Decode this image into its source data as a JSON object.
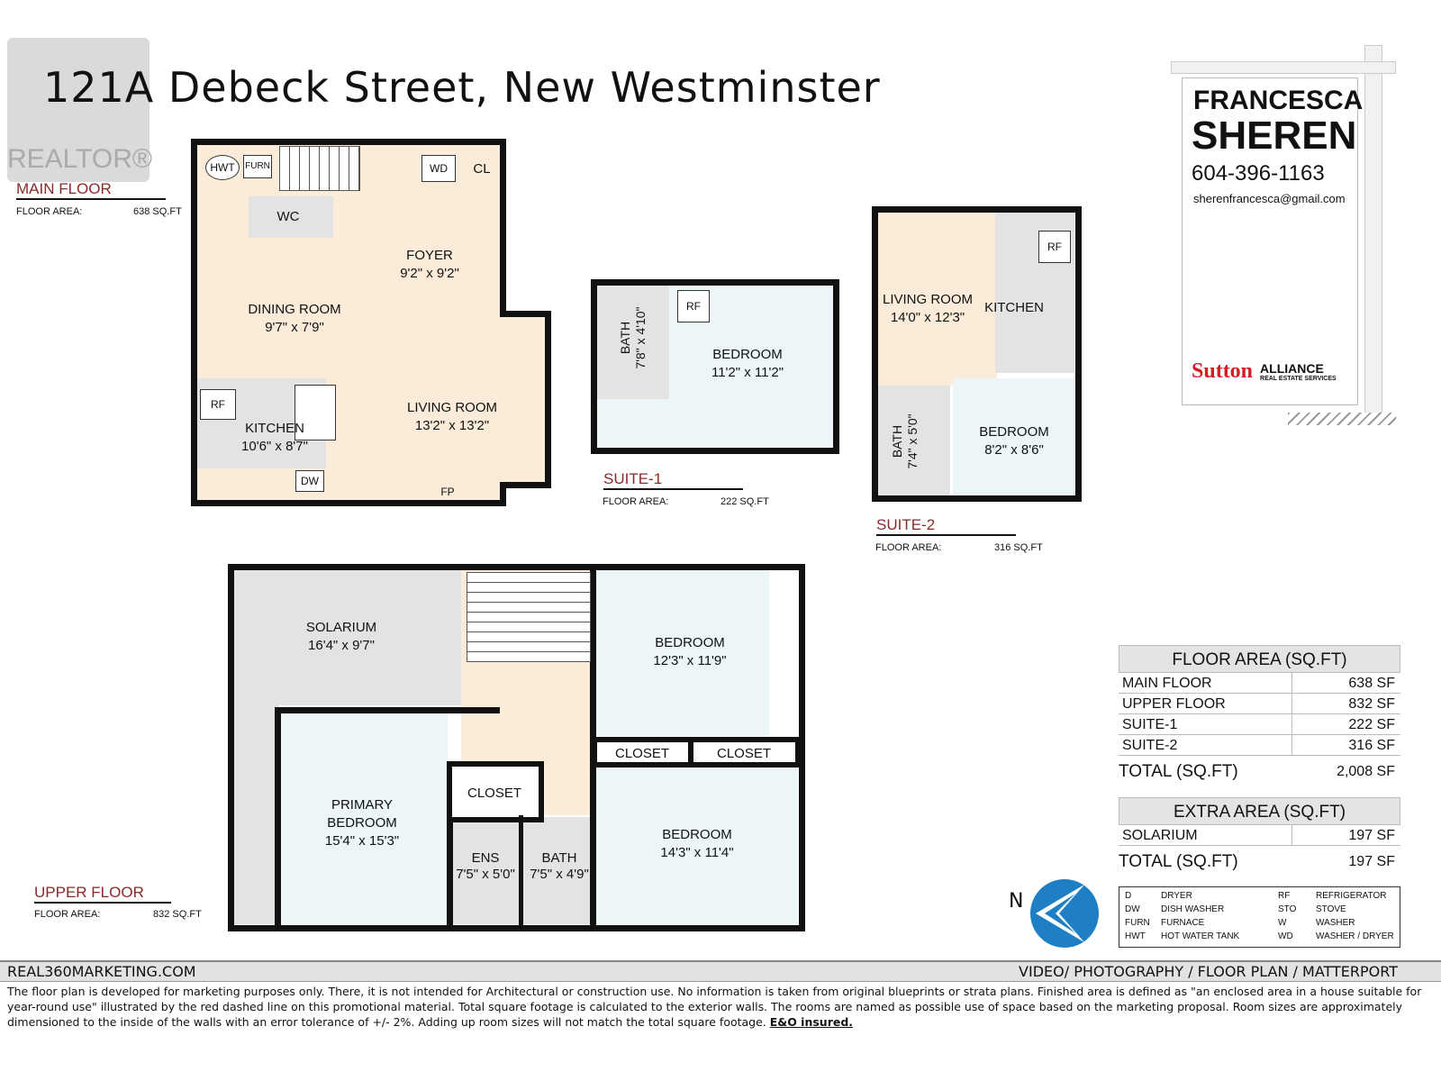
{
  "title": "121A Debeck Street, New Westminster",
  "watermark": "REALTOR®",
  "agent": {
    "first": "FRANCESCA",
    "last": "SHEREN",
    "phone": "604-396-1163",
    "email": "sherenfrancesca@gmail.com",
    "brokerage_logo": "Sutton",
    "brokerage": "ALLIANCE",
    "brokerage_sub": "REAL ESTATE SERVICES"
  },
  "main_floor": {
    "title": "MAIN FLOOR",
    "area_label": "FLOOR AREA:",
    "area": "638 SQ.FT",
    "rooms": {
      "foyer": "FOYER",
      "foyer_dim": "9'2\" x 9'2\"",
      "dining": "DINING ROOM",
      "dining_dim": "9'7\" x 7'9\"",
      "living": "LIVING ROOM",
      "living_dim": "13'2\" x 13'2\"",
      "kitchen": "KITCHEN",
      "kitchen_dim": "10'6\" x 8'7\"",
      "wc": "WC",
      "hwt": "HWT",
      "furn": "FURN",
      "wd": "WD",
      "cl": "CL",
      "rf": "RF",
      "dw": "DW",
      "fp": "FP"
    }
  },
  "suite1": {
    "title": "SUITE-1",
    "area_label": "FLOOR AREA:",
    "area": "222 SQ.FT",
    "bath": "BATH",
    "bath_dim": "7'8\" x 4'10\"",
    "bedroom": "BEDROOM",
    "bedroom_dim": "11'2\" x 11'2\"",
    "rf": "RF"
  },
  "suite2": {
    "title": "SUITE-2",
    "area_label": "FLOOR AREA:",
    "area": "316 SQ.FT",
    "living": "LIVING ROOM",
    "living_dim": "14'0\" x 12'3\"",
    "kitchen": "KITCHEN",
    "rf": "RF",
    "bath": "BATH",
    "bath_dim": "7'4\" x 5'0\"",
    "bedroom": "BEDROOM",
    "bedroom_dim": "8'2\" x 8'6\""
  },
  "upper_floor": {
    "title": "UPPER FLOOR",
    "area_label": "FLOOR AREA:",
    "area": "832 SQ.FT",
    "rooms": {
      "solarium": "SOLARIUM",
      "solarium_dim": "16'4\" x 9'7\"",
      "bed1": "BEDROOM",
      "bed1_dim": "12'3\" x 11'9\"",
      "primary1": "PRIMARY",
      "primary2": "BEDROOM",
      "primary_dim": "15'4\" x 15'3\"",
      "closet": "CLOSET",
      "ens": "ENS",
      "ens_dim": "7'5\" x 5'0\"",
      "bath": "BATH",
      "bath_dim": "7'5\" x 4'9\"",
      "bed2": "BEDROOM",
      "bed2_dim": "14'3\" x 11'4\""
    }
  },
  "floor_area_table": {
    "title": "FLOOR AREA (SQ.FT)",
    "rows": [
      [
        "MAIN FLOOR",
        "638 SF"
      ],
      [
        "UPPER FLOOR",
        "832 SF"
      ],
      [
        "SUITE-1",
        "222 SF"
      ],
      [
        "SUITE-2",
        "316 SF"
      ]
    ],
    "total_label": "TOTAL (SQ.FT)",
    "total": "2,008 SF"
  },
  "extra_area_table": {
    "title": "EXTRA AREA (SQ.FT)",
    "rows": [
      [
        "SOLARIUM",
        "197 SF"
      ]
    ],
    "total_label": "TOTAL (SQ.FT)",
    "total": "197 SF"
  },
  "legend": [
    [
      "D",
      "DRYER",
      "RF",
      "REFRIGERATOR"
    ],
    [
      "DW",
      "DISH WASHER",
      "STO",
      "STOVE"
    ],
    [
      "FURN",
      "FURNACE",
      "W",
      "WASHER"
    ],
    [
      "HWT",
      "HOT WATER TANK",
      "WD",
      "WASHER / DRYER"
    ]
  ],
  "compass": {
    "label": "N",
    "icon": "north-arrow-icon"
  },
  "footer": {
    "left": "REAL360MARKETING.COM",
    "right": "VIDEO/ PHOTOGRAPHY / FLOOR PLAN / MATTERPORT",
    "disclaimer": "The floor plan is developed for marketing purposes only. There, it is not intended for Architectural or construction use. No information is  taken from original blueprints or strata plans. Finished area is defined as  \"an enclosed area in a house suitable for year-round use\" illustrated by the red dashed line on this promotional material. Total square footage is calculated to the exterior walls. The rooms are named as possible use of space based on the marketing proposal. Room sizes are approximately dimensioned to the inside of the walls with an error tolerance of +/- 2%. Adding up room sizes will not match the total square footage.",
    "eo": "E&O insured."
  },
  "colors": {
    "wall": "#111111",
    "living": "#faecd9",
    "bedroom": "#ecf5f7",
    "wet": "#e3e3e3",
    "title_red": "#8b2a2a",
    "compass": "#1f7fc4"
  }
}
